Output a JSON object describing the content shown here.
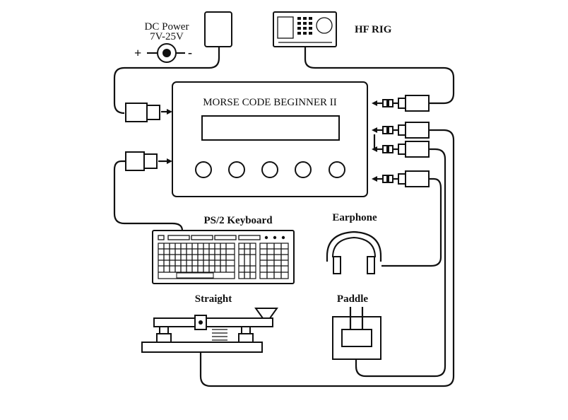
{
  "device": {
    "title": "MORSE CODE BEGINNER II"
  },
  "power": {
    "line1": "DC Power",
    "line2": "7V-25V",
    "plus": "+",
    "minus": "-"
  },
  "labels": {
    "rig": "HF  RIG",
    "keyboard": "PS/2 Keyboard",
    "earphone": "Earphone",
    "straight": "Straight",
    "paddle": "Paddle"
  }
}
